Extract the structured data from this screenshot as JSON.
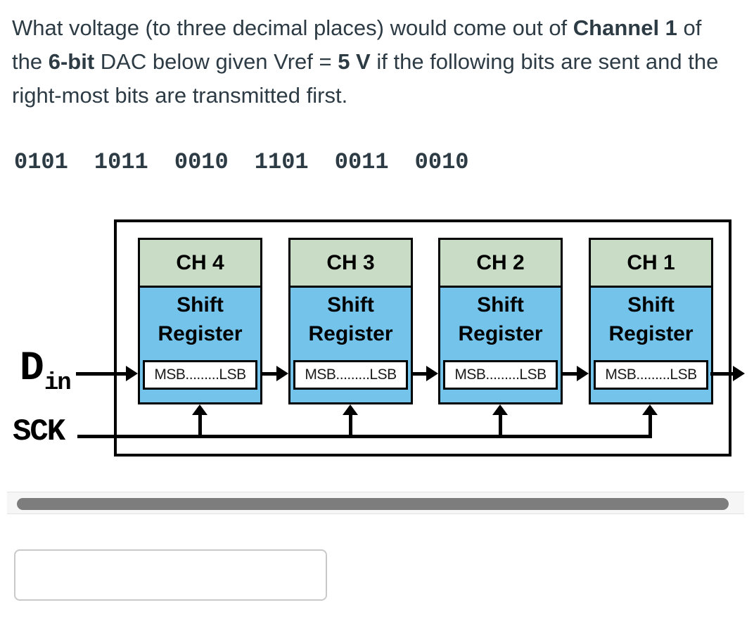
{
  "question": {
    "l1a": "What voltage (to three decimal places) would come out of ",
    "l1b": "Channel 1",
    "l1c": " of",
    "l2a": "the ",
    "l2b": "6-bit",
    "l2c": " DAC below given Vref = ",
    "l2d": "5 V",
    "l2e": " if the following bits are sent and the",
    "l3": "right-most bits are transmitted first."
  },
  "bit_string": "0101 1011 0010 1101 0011 0010",
  "diagram": {
    "din_main": "D",
    "din_sub": "in",
    "sck_label": "SCK",
    "shift_line1": "Shift",
    "shift_line2": "Register",
    "register_range": "MSB.........LSB",
    "channels": [
      {
        "label": "CH 4"
      },
      {
        "label": "CH 3"
      },
      {
        "label": "CH 2"
      },
      {
        "label": "CH 1"
      }
    ],
    "colors": {
      "header_green": "#c9dcc5",
      "body_blue": "#73c3ea",
      "line_black": "#000000"
    }
  },
  "scrollbar": {
    "orientation": "horizontal"
  },
  "answer_input": {
    "value": "",
    "placeholder": ""
  },
  "colors": {
    "question_text": "#2d3b45",
    "scrollbar_thumb": "#7d7d7d",
    "scrollbar_track": "#f6f6f6"
  }
}
